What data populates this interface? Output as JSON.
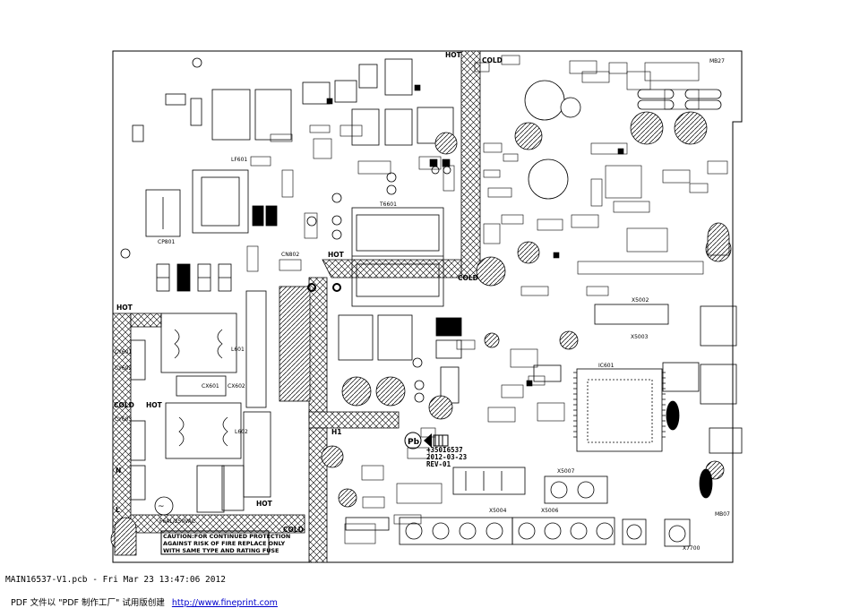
{
  "board": {
    "zones": {
      "hot_top": "HOT",
      "cold_top": "COLD",
      "hot_center": "HOT",
      "cold_center": "COLD",
      "hot_left": "HOT",
      "cold_left": "COLD",
      "hot_left2": "HOT",
      "hot_bottom": "HOT",
      "cold_bottom": "COLD"
    },
    "marking": {
      "part_no": "+350I6537",
      "date": "2012-03-23",
      "rev": "REV-01",
      "h1": "H1",
      "fuse": "F6AL/250VAC"
    },
    "caution": [
      "CAUTION:FOR CONTINUED PROTECTION",
      "AGAINST RISK OF FIRE REPLACE ONLY",
      "WITH SAME TYPE AND RATING FUSE"
    ],
    "ref": {
      "transformer": "T6601",
      "lf601": "LF601",
      "cn": "CN802",
      "u701": "X5002",
      "main_ic": "IC601",
      "x5003": "X5003",
      "x5004": "X5004",
      "x5006": "X5006",
      "x5007": "X5007",
      "mb27": "MB27",
      "mb07": "MB07",
      "x7700": "X7700",
      "cx601": "CX601",
      "cx602": "CX602",
      "cy601": "CY601",
      "cy602": "CY602",
      "cy603": "CY603",
      "l601": "L601",
      "l602": "L602",
      "cp801": "CP801"
    }
  },
  "footer": {
    "line1": "MAIN16537-V1.pcb - Fri Mar 23 13:47:06 2012",
    "line2": "PDF 文件以 \"PDF 制作工厂\" 试用版创建",
    "url": "http://www.fineprint.com"
  }
}
